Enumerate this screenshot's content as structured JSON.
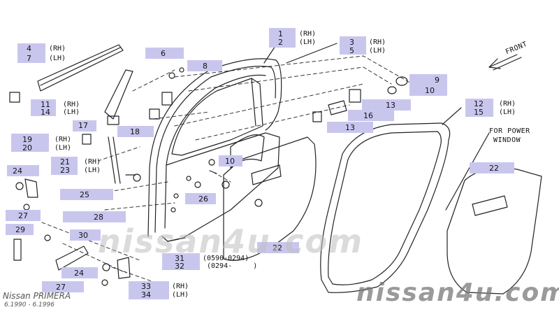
{
  "diagram": {
    "parts": {
      "p1": "1",
      "p2": "2",
      "p3": "3",
      "p4": "4",
      "p5": "5",
      "p6": "6",
      "p7": "7",
      "p8": "8",
      "p9": "9",
      "p10": "10",
      "p11": "11",
      "p12": "12",
      "p13a": "13",
      "p13b": "13",
      "p14": "14",
      "p15": "15",
      "p16": "16",
      "p17": "17",
      "p18": "18",
      "p19": "19",
      "p20": "20",
      "p21": "21",
      "p22a": "22",
      "p22b": "22",
      "p23": "23",
      "p24a": "24",
      "p24b": "24",
      "p25": "25",
      "p26": "26",
      "p27a": "27",
      "p27b": "27",
      "p28": "28",
      "p29": "29",
      "p30": "30",
      "p31": "31",
      "p32": "32",
      "p33": "33",
      "p34": "34"
    },
    "side": {
      "rh": "(RH)",
      "lh": "(LH)"
    },
    "date_codes": {
      "first": "(0590-0294)",
      "second": "(0294-     )"
    },
    "front_label": "FRONT",
    "power_window_note": [
      "FOR POWER",
      "WINDOW"
    ],
    "brand": {
      "name": "Nissan PRIMERA",
      "period": "6.1990 - 6.1996"
    },
    "watermark": "nissan4u.com",
    "colors": {
      "label_box": "#c9c6ee",
      "line": "#222222"
    }
  }
}
